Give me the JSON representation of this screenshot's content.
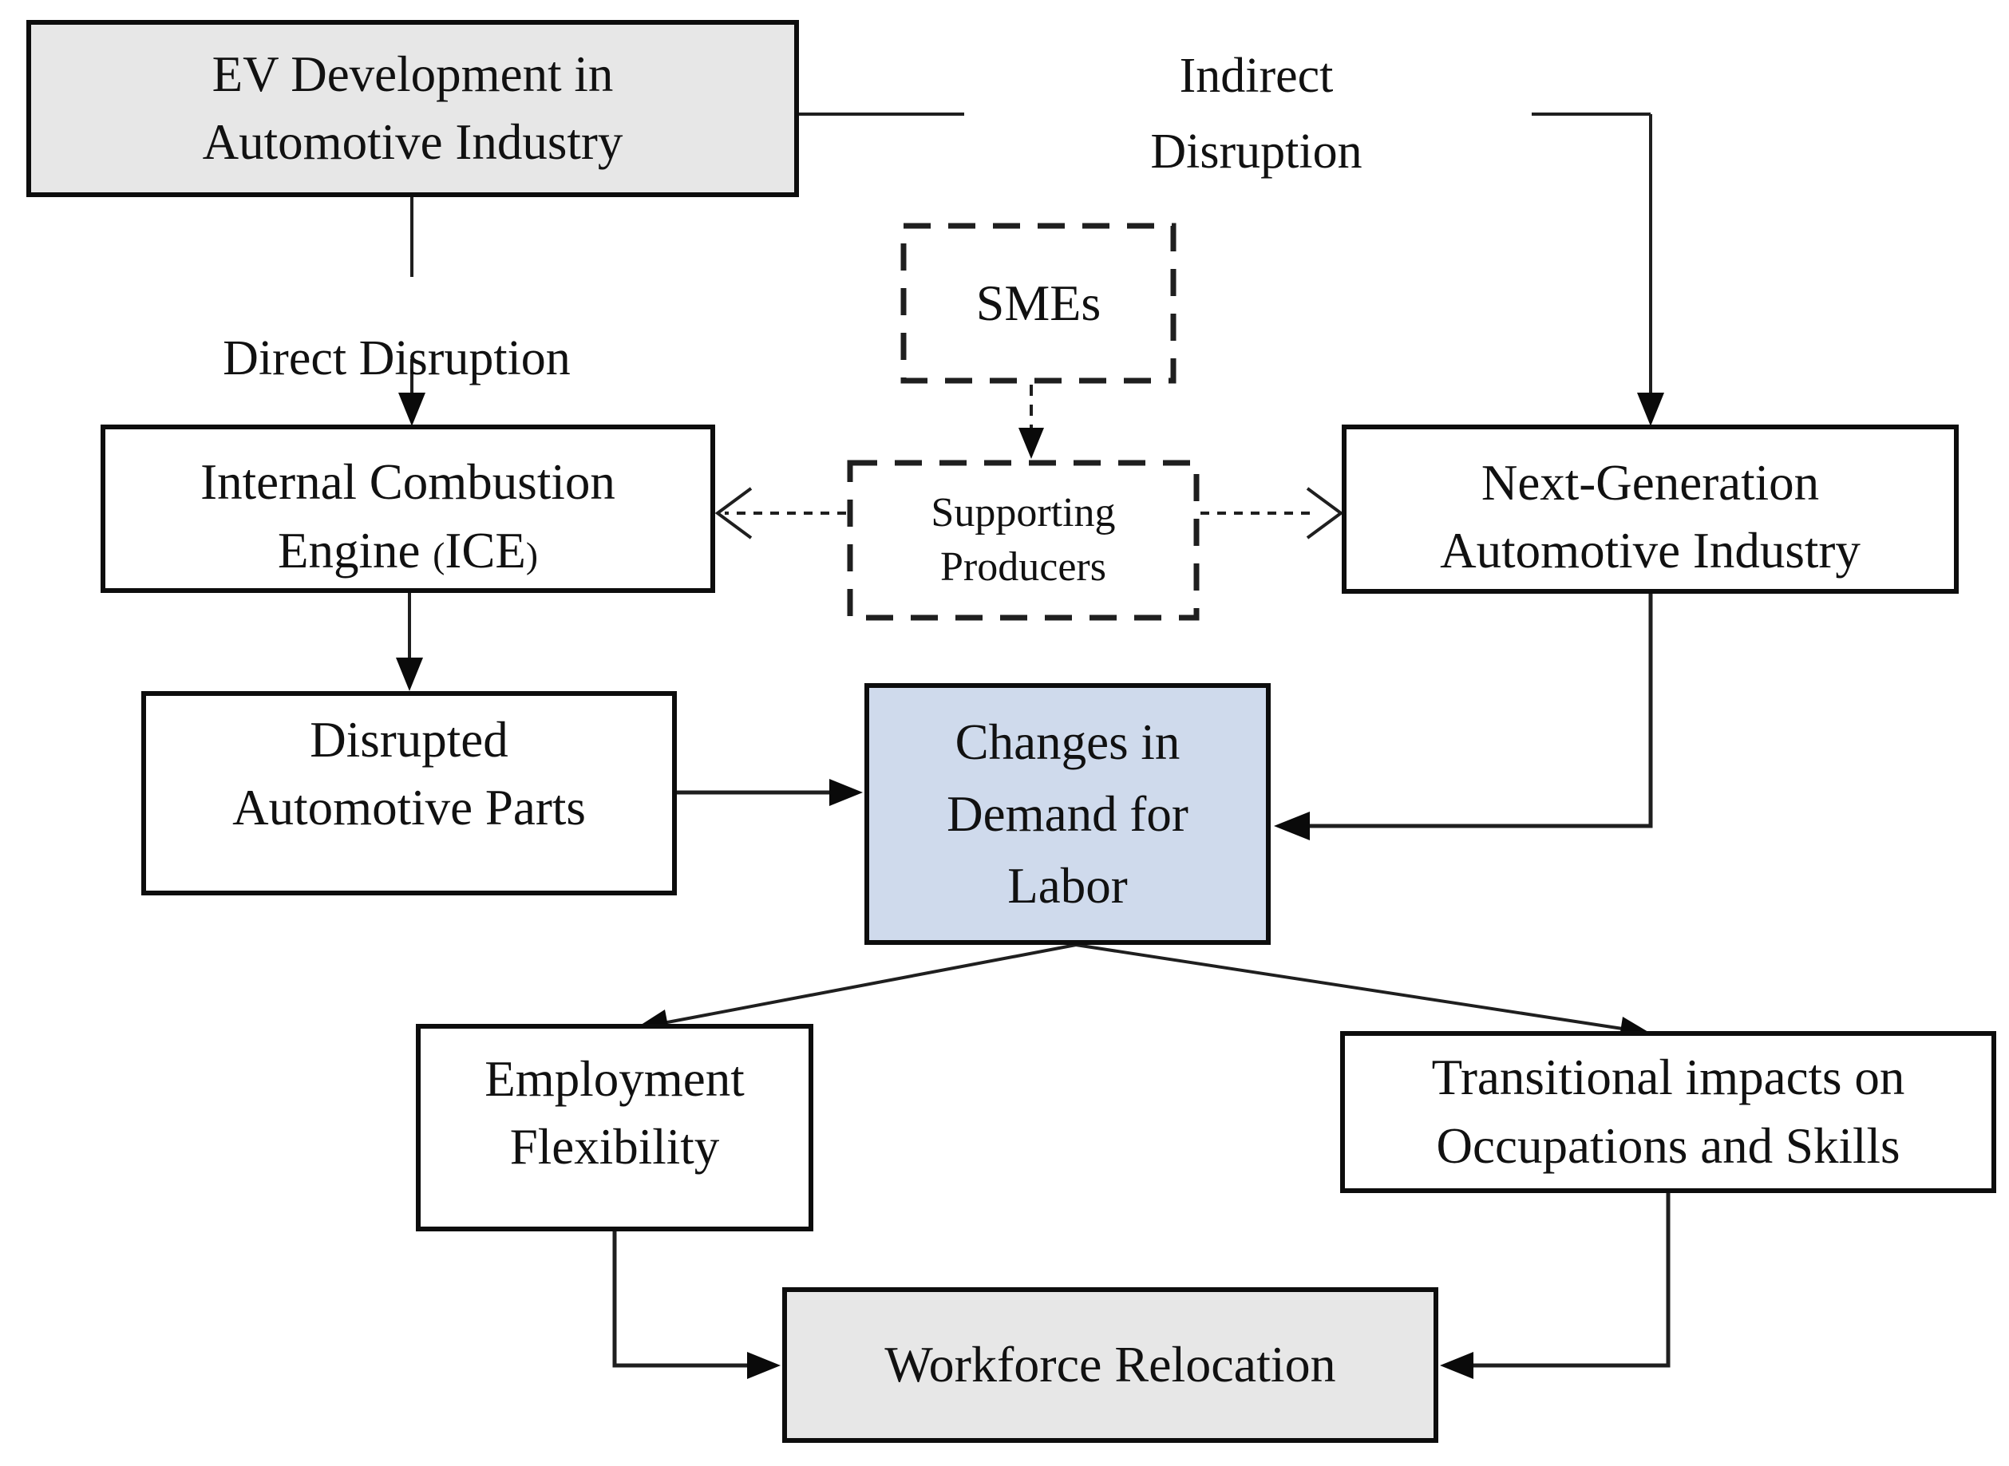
{
  "diagram_type": "flowchart",
  "colors": {
    "background": "#ffffff",
    "line": "#1f1f1f",
    "text": "#111111",
    "gray_node_fill": "#e7e7e7",
    "blue_node_fill": "#cfdaec",
    "white_node_fill": "#ffffff"
  },
  "nodes": {
    "ev_development": {
      "line1": "EV Development in",
      "line2": "Automotive Industry",
      "style": "solid-border-gray-fill"
    },
    "smes": {
      "label": "SMEs",
      "style": "dashed-border"
    },
    "ice": {
      "line1": "Internal Combustion",
      "line2_word": "Engine ",
      "line2_open_paren": "(",
      "line2_acronym": "ICE",
      "line2_close_paren": ")",
      "style": "solid-border"
    },
    "supporting_producers": {
      "line1": "Supporting",
      "line2": "Producers",
      "style": "dashed-border"
    },
    "next_generation": {
      "line1": "Next-Generation",
      "line2": "Automotive Industry",
      "style": "solid-border"
    },
    "disrupted_parts": {
      "line1": "Disrupted",
      "line2": "Automotive Parts",
      "style": "solid-border"
    },
    "changes_demand": {
      "line1": "Changes in",
      "line2": "Demand for",
      "line3": "Labor",
      "style": "solid-border-blue-fill"
    },
    "employment_flexibility": {
      "line1": "Employment",
      "line2": "Flexibility",
      "style": "solid-border"
    },
    "transitional_impacts": {
      "line1": "Transitional impacts on",
      "line2": "Occupations and Skills",
      "style": "solid-border"
    },
    "workforce_relocation": {
      "label": "Workforce Relocation",
      "style": "solid-border-gray-fill"
    }
  },
  "edge_labels": {
    "direct_disruption": "Direct Disruption",
    "indirect_disruption_line1": "Indirect",
    "indirect_disruption_line2": "Disruption"
  },
  "edges": [
    {
      "from": "ev_development",
      "to": "ice",
      "label": "Direct Disruption",
      "style": "solid-filled-arrow"
    },
    {
      "from": "ev_development",
      "to": "next_generation",
      "label": "Indirect Disruption",
      "style": "solid-filled-arrow"
    },
    {
      "from": "smes",
      "to": "supporting_producers",
      "style": "dashed-filled-arrow"
    },
    {
      "from": "supporting_producers",
      "to": "ice",
      "style": "dashed-open-arrow"
    },
    {
      "from": "supporting_producers",
      "to": "next_generation",
      "style": "dashed-open-arrow"
    },
    {
      "from": "ice",
      "to": "disrupted_parts",
      "style": "solid-filled-arrow"
    },
    {
      "from": "disrupted_parts",
      "to": "changes_demand",
      "style": "solid-filled-arrow"
    },
    {
      "from": "next_generation",
      "to": "changes_demand",
      "style": "solid-filled-arrow"
    },
    {
      "from": "changes_demand",
      "to": "employment_flexibility",
      "style": "solid-filled-arrow"
    },
    {
      "from": "changes_demand",
      "to": "transitional_impacts",
      "style": "solid-filled-arrow"
    },
    {
      "from": "employment_flexibility",
      "to": "workforce_relocation",
      "style": "solid-filled-arrow"
    },
    {
      "from": "transitional_impacts",
      "to": "workforce_relocation",
      "style": "solid-filled-arrow"
    }
  ]
}
